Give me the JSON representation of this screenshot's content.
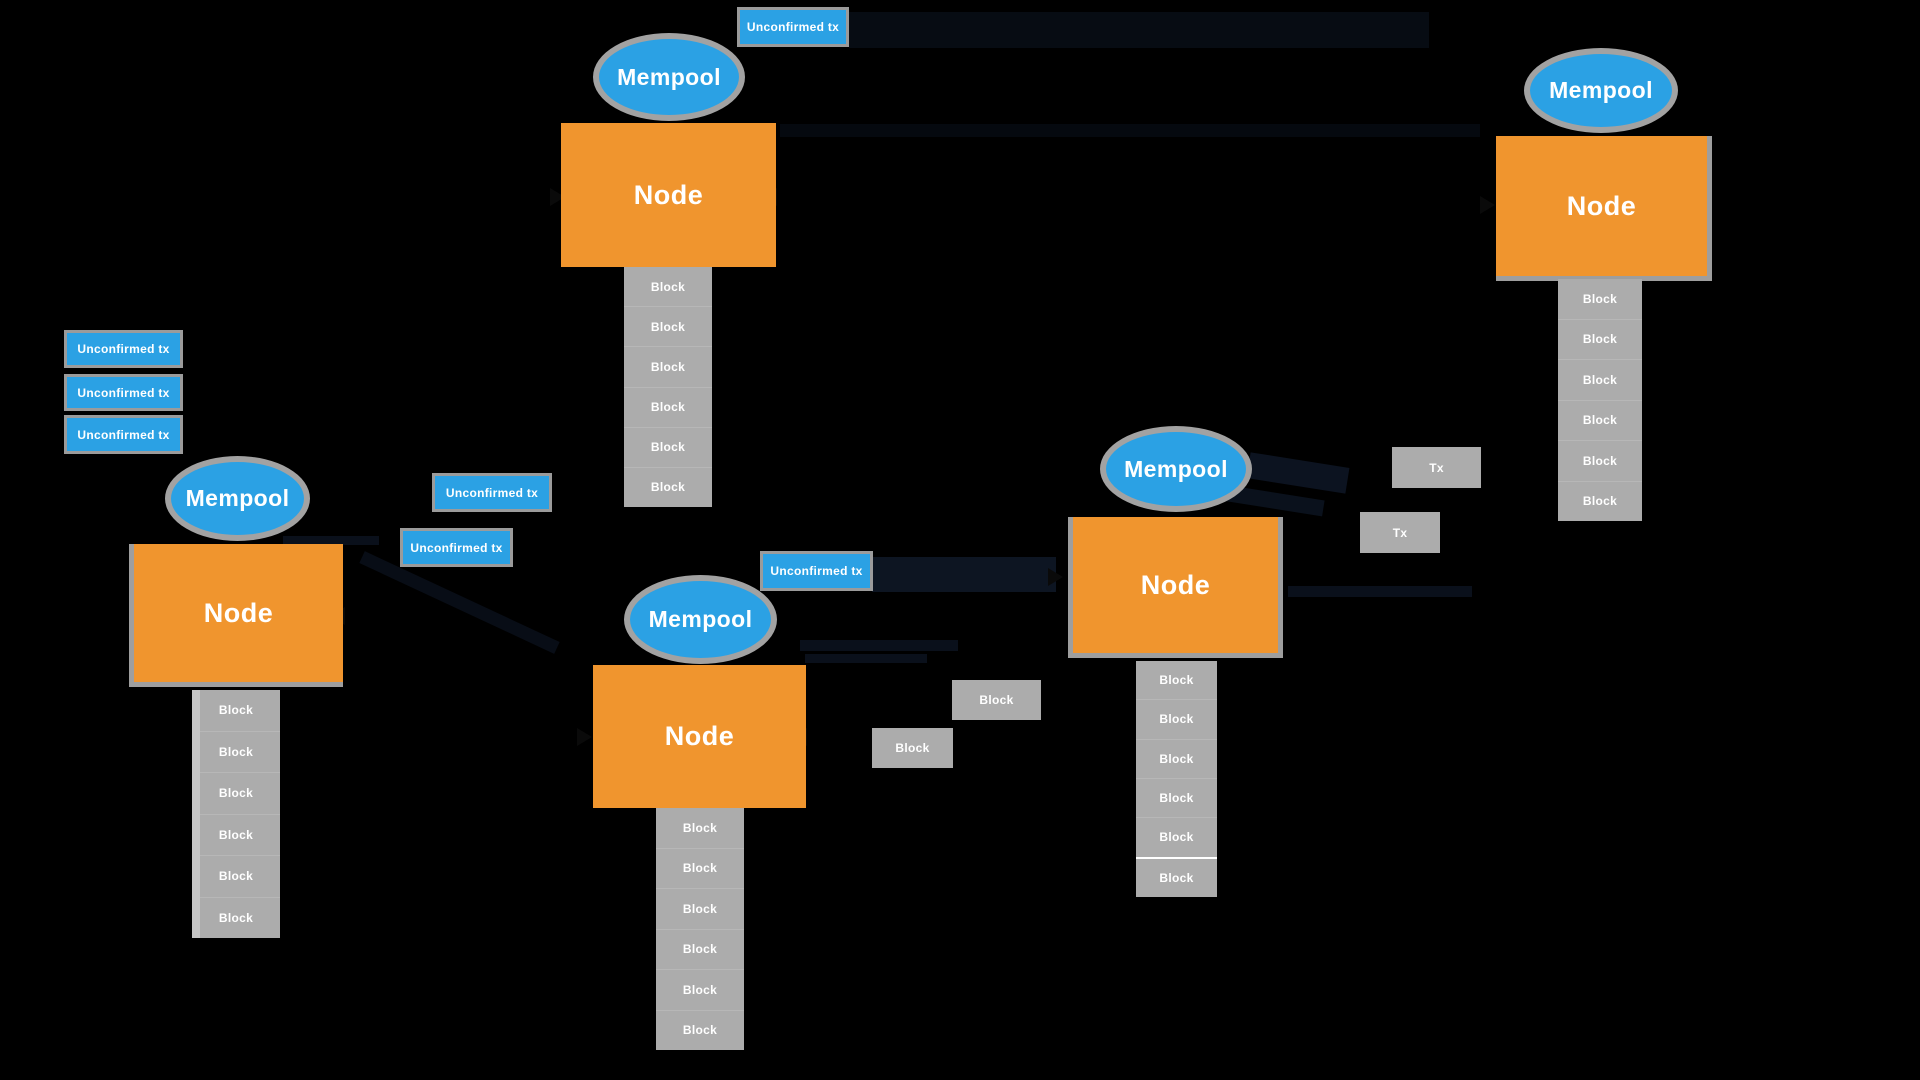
{
  "labels": {
    "mempool": "Mempool",
    "node": "Node",
    "block": "Block",
    "unconfirmed_tx": "Unconfirmed tx",
    "tx": "Tx"
  },
  "colors": {
    "background": "#000000",
    "mempool_blue": "#2BA1E4",
    "node_orange": "#F0952E",
    "block_gray": "#ACACAC",
    "border_gray": "#9B9B9B",
    "edge_dark_navy": "#0B1220",
    "text_white": "#FFFFFF"
  },
  "diagram": {
    "clusters": [
      {
        "id": "top-center",
        "mempool": "Mempool",
        "node": "Node",
        "chain_block_count": 6,
        "nearby_tags": [
          "Unconfirmed tx"
        ]
      },
      {
        "id": "top-right",
        "mempool": "Mempool",
        "node": "Node",
        "chain_block_count": 6,
        "nearby_tags": []
      },
      {
        "id": "left",
        "mempool": "Mempool",
        "node": "Node",
        "chain_block_count": 6,
        "nearby_tags": [
          "Unconfirmed tx",
          "Unconfirmed tx",
          "Unconfirmed tx"
        ]
      },
      {
        "id": "bottom-center",
        "mempool": "Mempool",
        "node": "Node",
        "chain_block_count": 6,
        "nearby_tags": [
          "Unconfirmed tx"
        ]
      },
      {
        "id": "right-center",
        "mempool": "Mempool",
        "node": "Node",
        "chain_block_count": 6,
        "nearby_tags": [
          "Tx",
          "Tx"
        ]
      }
    ],
    "floating_items": [
      "Unconfirmed tx",
      "Unconfirmed tx",
      "Block",
      "Block"
    ]
  }
}
